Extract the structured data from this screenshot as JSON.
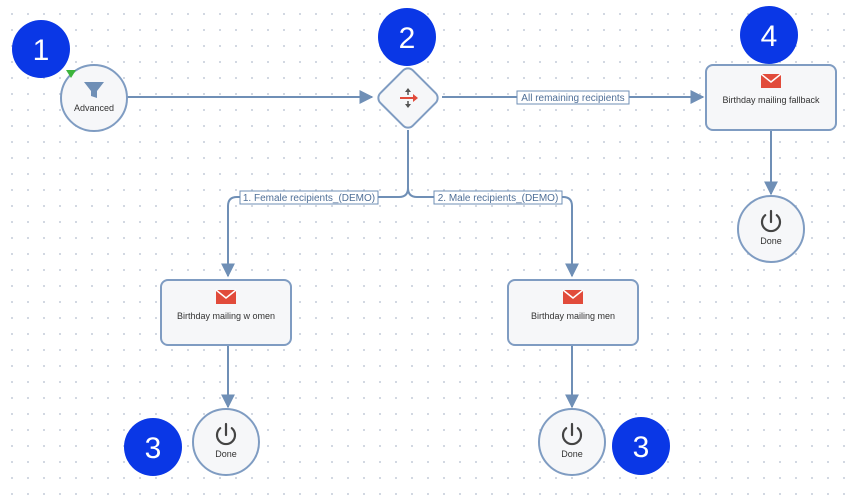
{
  "badges": {
    "b1": "1",
    "b2": "2",
    "b3a": "3",
    "b3b": "3",
    "b4": "4"
  },
  "nodes": {
    "start": {
      "label": "Advanced",
      "icon": "filter-icon"
    },
    "split": {
      "icon": "split-arrows-icon"
    },
    "mail_women": {
      "label": "Birthday mailing w omen",
      "icon": "envelope-icon"
    },
    "mail_men": {
      "label": "Birthday mailing men",
      "icon": "envelope-icon"
    },
    "mail_fallback": {
      "label": "Birthday mailing fallback",
      "icon": "envelope-icon"
    },
    "done_women": {
      "label": "Done",
      "icon": "power-icon"
    },
    "done_men": {
      "label": "Done",
      "icon": "power-icon"
    },
    "done_fallback": {
      "label": "Done",
      "icon": "power-icon"
    }
  },
  "edges": {
    "female": "1. Female recipients_(DEMO)",
    "male": "2. Male recipients_(DEMO)",
    "remaining": "All remaining recipients"
  },
  "colors": {
    "badge": "#0a37e6",
    "edge": "#6f8fb6",
    "node_border": "#7f9cc2",
    "envelope": "#e14b3b",
    "filter": "#6f8fb6"
  }
}
